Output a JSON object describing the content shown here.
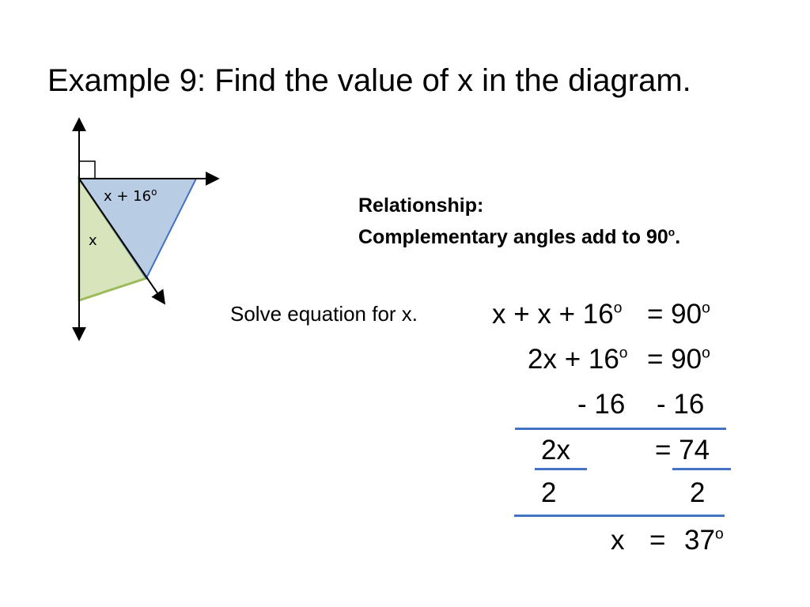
{
  "title": "Example 9:  Find the value of x in the diagram.",
  "diagram": {
    "angle_upper_label": "x + 16",
    "angle_upper_sup": "o",
    "angle_lower_label": "x",
    "colors": {
      "upper_fill": "#b8cce4",
      "upper_stroke": "#4472c4",
      "lower_fill": "#d7e4bc",
      "lower_stroke": "#9bbb59"
    }
  },
  "relationship": {
    "heading": "Relationship:",
    "text": "Complementary angles add to 90",
    "text_sup": "o",
    "text_end": "."
  },
  "solve_label": "Solve equation for x.",
  "work": {
    "line1_left": "x + x + 16",
    "line1_left_sup": "o",
    "line1_right": "= 90",
    "line1_right_sup": "o",
    "line2_left": "2x + 16",
    "line2_left_sup": "o",
    "line2_right": "= 90",
    "line2_right_sup": "o",
    "line3_left": "- 16",
    "line3_right": "- 16",
    "line4_left": "2x",
    "line4_right": "= 74",
    "line5_left": "2",
    "line5_right": "2",
    "result_var": "x",
    "result_eq": "=",
    "result_value": "37",
    "result_sup": "o"
  }
}
